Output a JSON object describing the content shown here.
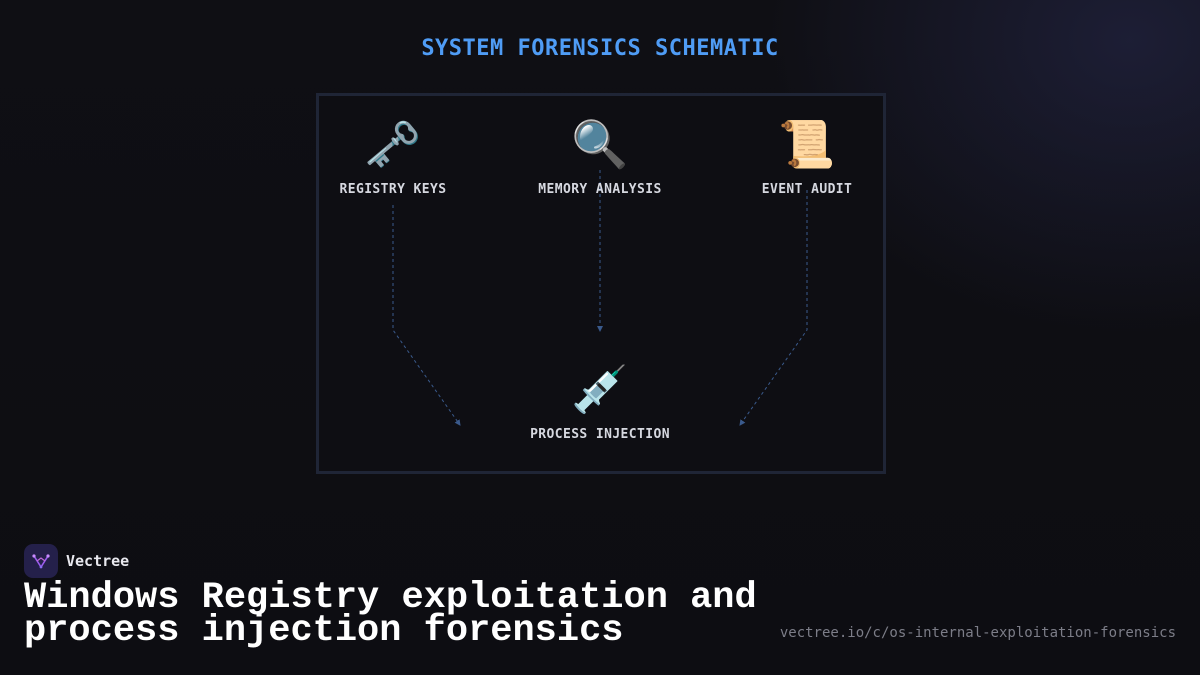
{
  "diagram": {
    "title": "SYSTEM FORENSICS SCHEMATIC",
    "nodes": [
      {
        "icon": "🗝️",
        "icon_name": "old-key-icon",
        "label": "REGISTRY KEYS"
      },
      {
        "icon": "🔍",
        "icon_name": "magnifying-glass-icon",
        "label": "MEMORY ANALYSIS"
      },
      {
        "icon": "📜",
        "icon_name": "scroll-icon",
        "label": "EVENT AUDIT"
      },
      {
        "icon": "💉",
        "icon_name": "syringe-icon",
        "label": "PROCESS INJECTION"
      }
    ],
    "edges": [
      {
        "from": "REGISTRY KEYS",
        "to": "PROCESS INJECTION"
      },
      {
        "from": "MEMORY ANALYSIS",
        "to": "PROCESS INJECTION"
      },
      {
        "from": "EVENT AUDIT",
        "to": "PROCESS INJECTION"
      }
    ],
    "colors": {
      "title": "#4f9cf5",
      "edge": "#3a5a8c",
      "frame": "#1f2536"
    }
  },
  "footer": {
    "brand_name": "Vectree",
    "headline": "Windows Registry exploitation and process injection forensics",
    "url": "vectree.io/c/os-internal-exploitation-forensics"
  }
}
